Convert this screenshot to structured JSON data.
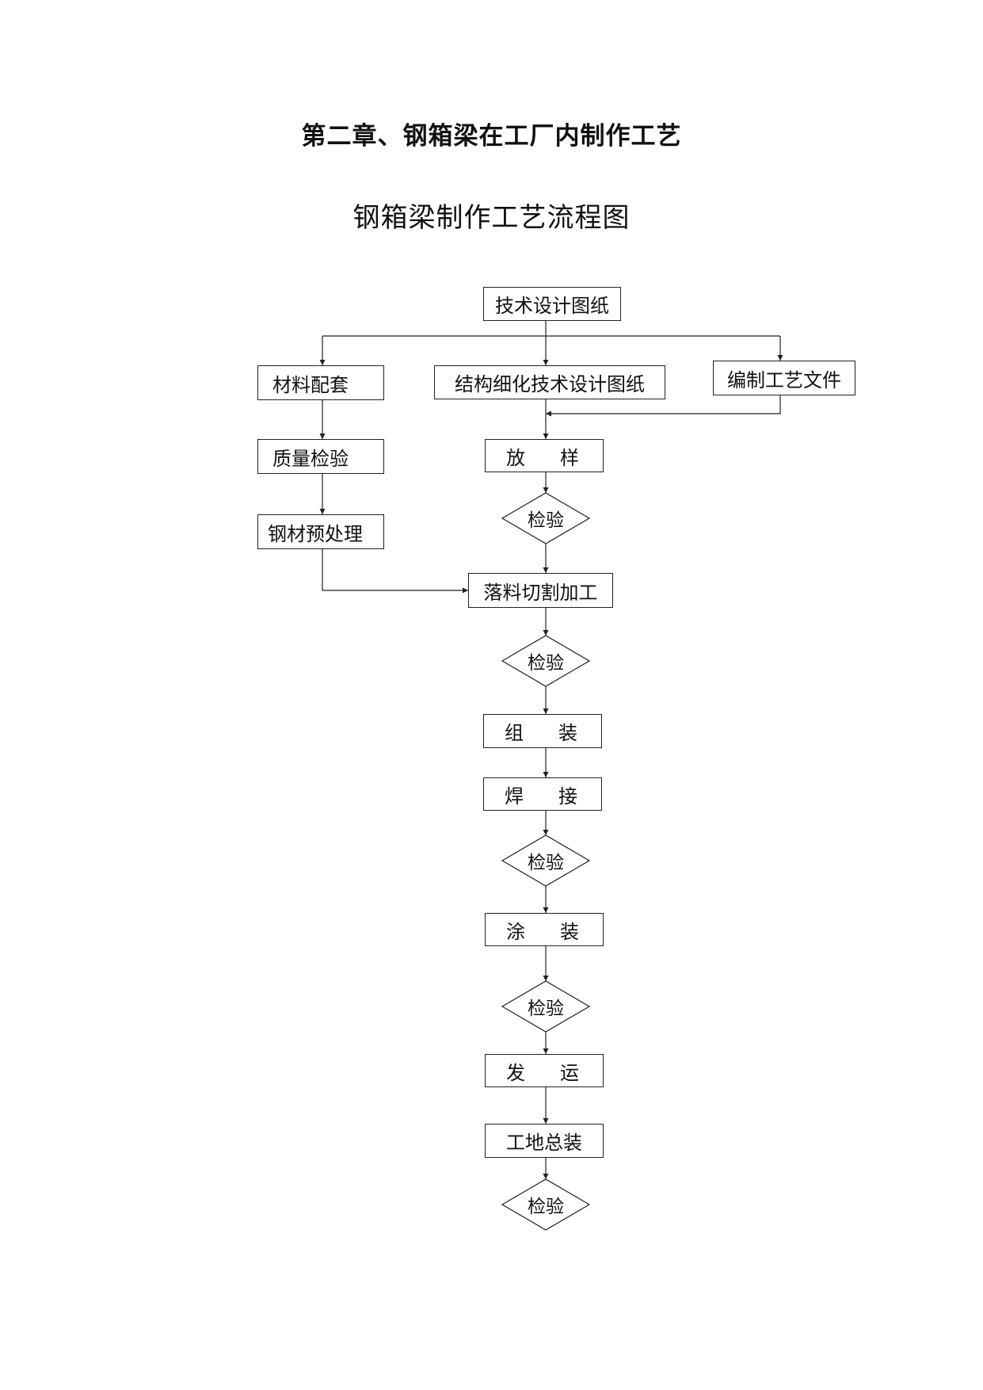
{
  "header": {
    "chapter_title": "第二章、钢箱梁在工厂内制作工艺",
    "diagram_title": "钢箱梁制作工艺流程图"
  },
  "flow": {
    "design_drawings": "技术设计图纸",
    "materials": "材料配套",
    "detail_design": "结构细化技术设计图纸",
    "process_docs": "编制工艺文件",
    "quality_check": "质量检验",
    "lofting": [
      "放",
      "样"
    ],
    "pretreatment": "钢材预处理",
    "cutting": "落料切割加工",
    "assembly": [
      "组",
      "装"
    ],
    "welding": [
      "焊",
      "接"
    ],
    "painting": [
      "涂",
      "装"
    ],
    "shipping": [
      "发",
      "运"
    ],
    "site_assembly": "工地总装",
    "inspection": "检验"
  }
}
